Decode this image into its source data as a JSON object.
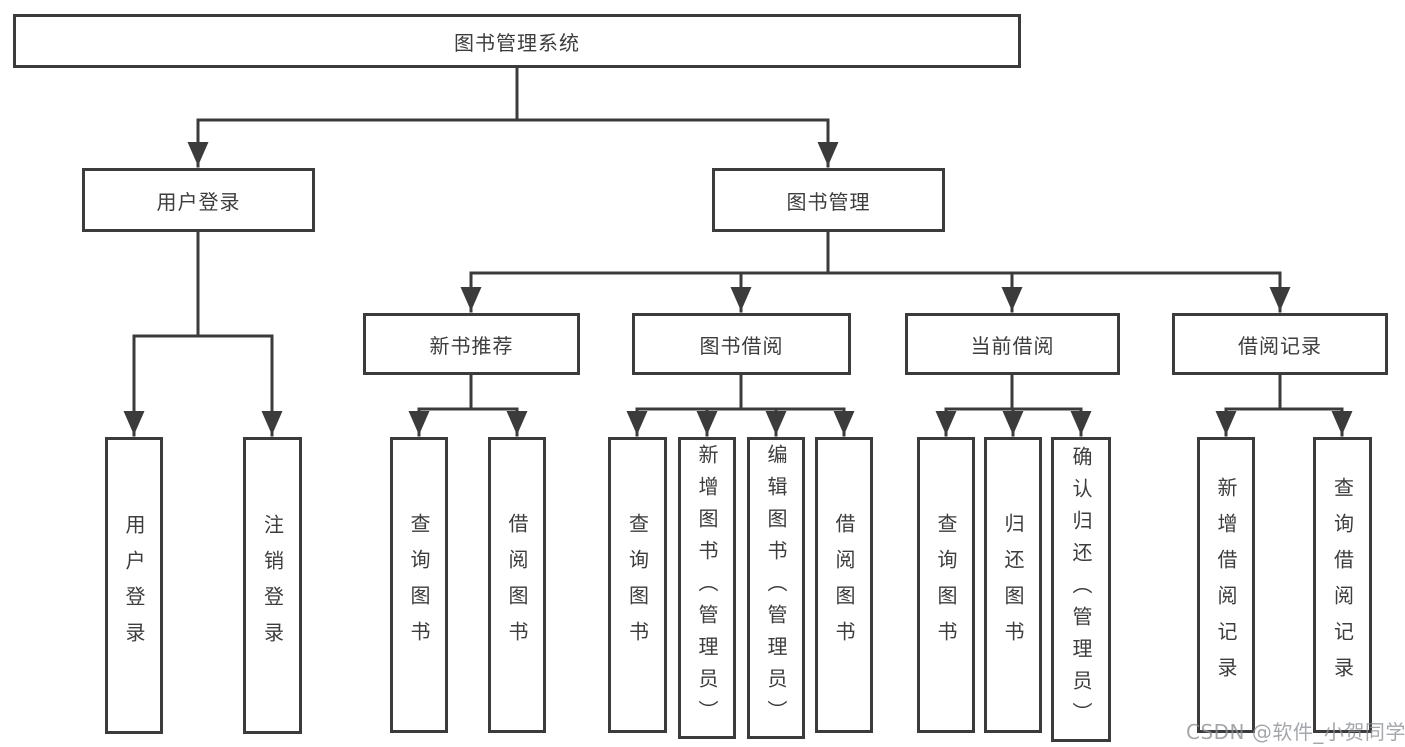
{
  "diagram_type": "functional-structure-tree",
  "colors": {
    "line": "#3b3b3b",
    "text": "#3d3d3d",
    "background": "#ffffff",
    "watermark": "#8a8e94"
  },
  "tree": {
    "label": "图书管理系统",
    "children": [
      {
        "label": "用户登录",
        "children": [
          {
            "label": "用户登录"
          },
          {
            "label": "注销登录"
          }
        ]
      },
      {
        "label": "图书管理",
        "children": [
          {
            "label": "新书推荐",
            "children": [
              {
                "label": "查询图书"
              },
              {
                "label": "借阅图书"
              }
            ]
          },
          {
            "label": "图书借阅",
            "children": [
              {
                "label": "查询图书"
              },
              {
                "label": "新增图书（管理员）"
              },
              {
                "label": "编辑图书（管理员）"
              },
              {
                "label": "借阅图书"
              }
            ]
          },
          {
            "label": "当前借阅",
            "children": [
              {
                "label": "查询图书"
              },
              {
                "label": "归还图书"
              },
              {
                "label": "确认归还（管理员）"
              }
            ]
          },
          {
            "label": "借阅记录",
            "children": [
              {
                "label": "新增借阅记录"
              },
              {
                "label": "查询借阅记录"
              }
            ]
          }
        ]
      }
    ]
  },
  "watermark": {
    "text": "CSDN @软件_小贺同学"
  }
}
